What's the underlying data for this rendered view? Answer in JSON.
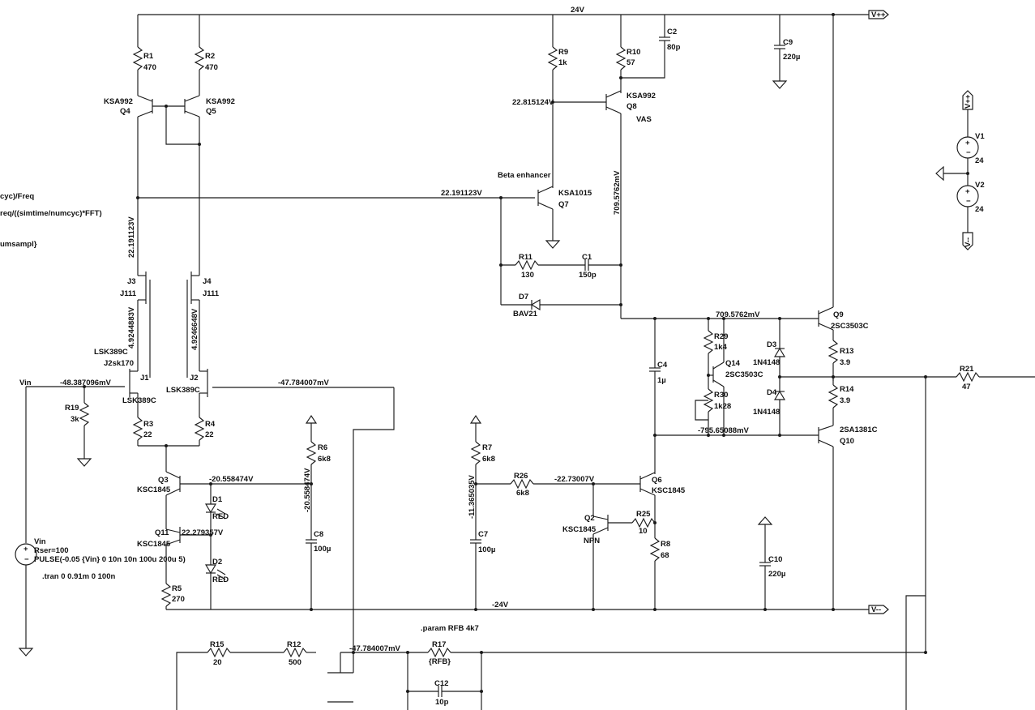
{
  "rails": {
    "vpp_net": "V++",
    "vmm_net": "V--",
    "top_voltage": "24V",
    "bottom_voltage": "-24V"
  },
  "parts": {
    "r1": {
      "name": "R1",
      "value": "470"
    },
    "r2": {
      "name": "R2",
      "value": "470"
    },
    "r3": {
      "name": "R3",
      "value": "22"
    },
    "r4": {
      "name": "R4",
      "value": "22"
    },
    "r5": {
      "name": "R5",
      "value": "270"
    },
    "r6": {
      "name": "R6",
      "value": "6k8"
    },
    "r7": {
      "name": "R7",
      "value": "6k8"
    },
    "r8": {
      "name": "R8",
      "value": "68"
    },
    "r9": {
      "name": "R9",
      "value": "1k"
    },
    "r10": {
      "name": "R10",
      "value": "57"
    },
    "r11": {
      "name": "R11",
      "value": "130"
    },
    "r12": {
      "name": "R12",
      "value": "500"
    },
    "r13": {
      "name": "R13",
      "value": "3.9"
    },
    "r14": {
      "name": "R14",
      "value": "3.9"
    },
    "r15": {
      "name": "R15",
      "value": "20"
    },
    "r17": {
      "name": "R17",
      "value": "{RFB}"
    },
    "r19": {
      "name": "R19",
      "value": "3k"
    },
    "r21": {
      "name": "R21",
      "value": "47"
    },
    "r25": {
      "name": "R25",
      "value": "10"
    },
    "r26": {
      "name": "R26",
      "value": "6k8"
    },
    "r29": {
      "name": "R29",
      "value": "1k4"
    },
    "r30": {
      "name": "R30",
      "value": "1k28"
    },
    "c1": {
      "name": "C1",
      "value": "150p"
    },
    "c2": {
      "name": "C2",
      "value": "80p"
    },
    "c4": {
      "name": "C4",
      "value": "1µ"
    },
    "c7": {
      "name": "C7",
      "value": "100µ"
    },
    "c8": {
      "name": "C8",
      "value": "100µ"
    },
    "c9": {
      "name": "C9",
      "value": "220µ"
    },
    "c10": {
      "name": "C10",
      "value": "220µ"
    },
    "c12": {
      "name": "C12",
      "value": "10p"
    },
    "q2": {
      "name": "Q2",
      "model": "KSC1845",
      "extra": "NPN"
    },
    "q3": {
      "name": "Q3",
      "model": "KSC1845"
    },
    "q4": {
      "name": "Q4",
      "model": "KSA992"
    },
    "q5": {
      "name": "Q5",
      "model": "KSA992"
    },
    "q6": {
      "name": "Q6",
      "model": "KSC1845"
    },
    "q7": {
      "name": "Q7",
      "model": "KSA1015"
    },
    "q8": {
      "name": "Q8",
      "model": "KSA992",
      "extra": "VAS"
    },
    "q9": {
      "name": "Q9",
      "model": "2SC3503C"
    },
    "q10": {
      "name": "Q10",
      "model": "2SA1381C"
    },
    "q11": {
      "name": "Q11",
      "model": "KSC1845"
    },
    "q14": {
      "name": "Q14",
      "model": "2SC3503C"
    },
    "j1": {
      "name": "J1",
      "model": "LSK389C",
      "model_top": "LSK389C",
      "extra": "J2sk170"
    },
    "j2": {
      "name": "J2",
      "model": "LSK389C"
    },
    "j3": {
      "name": "J3",
      "model": "J111"
    },
    "j4": {
      "name": "J4",
      "model": "J111"
    },
    "d1": {
      "name": "D1",
      "model": "RED"
    },
    "d2": {
      "name": "D2",
      "model": "RED"
    },
    "d3": {
      "name": "D3",
      "model": "1N4148"
    },
    "d4": {
      "name": "D4",
      "model": "1N4148"
    },
    "d7": {
      "name": "D7",
      "model": "BAV21"
    },
    "v1": {
      "name": "V1",
      "value": "24"
    },
    "v2": {
      "name": "V2",
      "value": "24"
    },
    "vin": {
      "name": "Vin",
      "rser": "Rser=100",
      "pulse": "PULSE(-0.05 {Vin} 0 10n 10n 100u 200u 5)"
    }
  },
  "nodes": {
    "vin_label": "Vin",
    "vin_node": "-48.387096mV",
    "j2_gate": "-47.784007mV",
    "fb_node": "-47.784007mV",
    "ltp_tail": "22.191123V",
    "beta_node": "22.191123V",
    "q8_base": "22.815124V",
    "vas_out": "709.5762mV",
    "vas_out_vertical": "709.5762mV",
    "j3_source": "4.9244883V",
    "j4_source": "4.9246648V",
    "q3_base": "-20.558474V",
    "c8_node": "-20.558474V",
    "q11_base": "22.279357V",
    "c7_node": "-11.365035V",
    "q6_base": "-22.73007V",
    "bias_low": "-795.65088mV"
  },
  "labels": {
    "beta_enhancer": "Beta enhancer",
    "directive_param": ".param RFB 4k7",
    "directive_tran": ".tran 0 0.91m 0 100n",
    "partial_1": "cyc)/Freq",
    "partial_2": "req/((simtime/numcyc)*FFT)",
    "partial_3": "umsampl}"
  }
}
